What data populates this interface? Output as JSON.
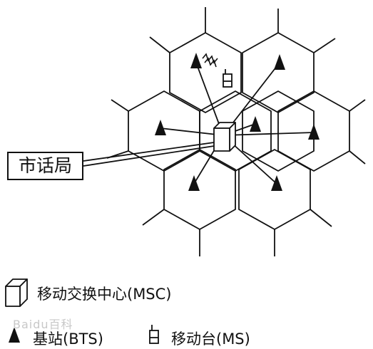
{
  "exchange_label": "市话局",
  "legend": {
    "msc": "移动交换中心(MSC)",
    "bts": "基站(BTS)",
    "ms": "移动台(MS)"
  },
  "watermark": "Baidu百科",
  "colors": {
    "line": "#111111",
    "background": "#ffffff"
  }
}
